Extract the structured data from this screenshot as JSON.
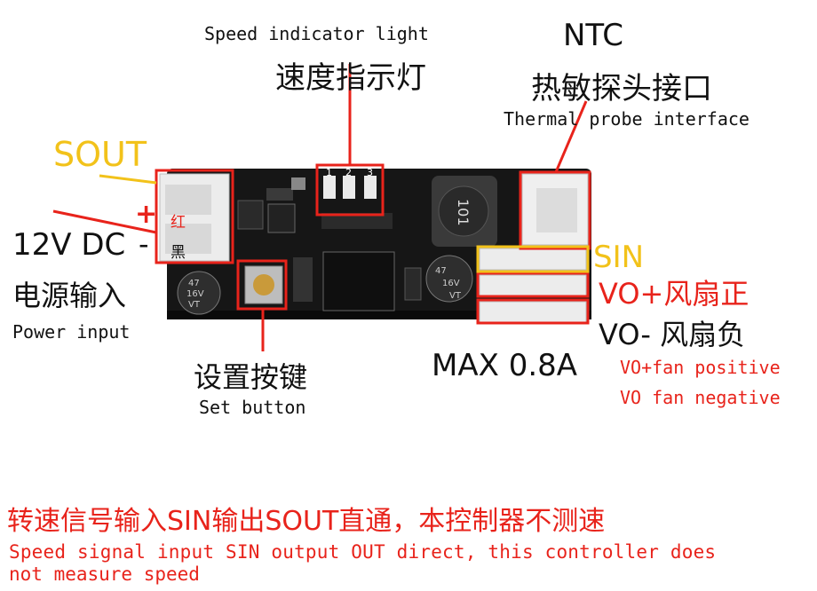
{
  "labels": {
    "speed_light_en": "Speed indicator light",
    "speed_light_cn": "速度指示灯",
    "ntc": "NTC",
    "ntc_cn": "热敏探头接口",
    "ntc_en": "Thermal probe interface",
    "sout": "SOUT",
    "plus": "+",
    "minus": "-",
    "red_cn": "红",
    "black_cn": "黑",
    "power_dc": "12V DC",
    "power_cn": "电源输入",
    "power_en": "Power input",
    "set_cn": "设置按键",
    "set_en": "Set button",
    "sin": "SIN",
    "vo_plus_cn": "VO+风扇正",
    "vo_minus_cn": "VO- 风扇负",
    "max_current": "MAX 0.8A",
    "vo_plus_en": "VO+fan positive",
    "vo_minus_en": "VO fan negative",
    "note_cn": "转速信号输入SIN输出SOUT直通，本控制器不测速",
    "note_en_1": "Speed signal input SIN output OUT direct, this controller does",
    "note_en_2": "not measure speed"
  },
  "board": {
    "led_numbers": [
      "1",
      "2",
      "3"
    ],
    "inductor_mark": "101",
    "cap_marks": [
      "47",
      "16V",
      "VT"
    ]
  },
  "colors": {
    "annotation_red": "#e8231b",
    "annotation_yellow": "#f2c21a",
    "pcb": "#161616",
    "connector": "#efefef"
  }
}
